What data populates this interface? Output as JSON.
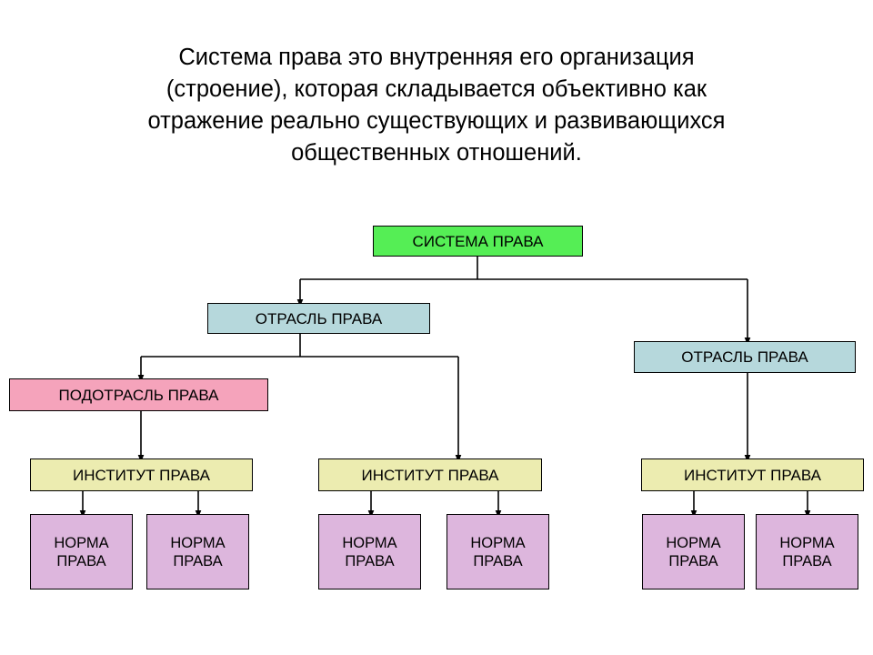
{
  "slide": {
    "background_color": "#ffffff",
    "title": "Система права это внутренняя его организация\n(строение), которая складывается объективно как\nотражение реально существующих и развивающихся\nобщественных отношений."
  },
  "colors": {
    "system": "#55ee55",
    "branch": "#b6d8dc",
    "subbranch": "#f5a3bb",
    "institute": "#ececb0",
    "norm": "#ddb6dd",
    "outline": "#000000",
    "text": "#000000"
  },
  "diagram": {
    "type": "hierarchy-tree",
    "levels": [
      "СИСТЕМА ПРАВА",
      "ОТРАСЛЬ ПРАВА",
      "ПОДОТРАСЛЬ ПРАВА",
      "ИНСТИТУТ ПРАВА",
      "НОРМА ПРАВА"
    ],
    "nodes": {
      "system": {
        "label": "СИСТЕМА  ПРАВА"
      },
      "branch_left": {
        "label": "ОТРАСЛЬ  ПРАВА"
      },
      "branch_right": {
        "label": "ОТРАСЛЬ  ПРАВА"
      },
      "subbranch": {
        "label": "ПОДОТРАСЛЬ ПРАВА"
      },
      "institute_left": {
        "label": "ИНСТИТУТ ПРАВА"
      },
      "institute_mid": {
        "label": "ИНСТИТУТ ПРАВА"
      },
      "institute_right": {
        "label": "ИНСТИТУТ ПРАВА"
      },
      "norm_1": {
        "label": "НОРМА\nПРАВА"
      },
      "norm_2": {
        "label": "НОРМА\nПРАВА"
      },
      "norm_3": {
        "label": "НОРМА\nПРАВА"
      },
      "norm_4": {
        "label": "НОРМА\nПРАВА"
      },
      "norm_5": {
        "label": "НОРМА\nПРАВА"
      },
      "norm_6": {
        "label": "НОРМА\nПРАВА"
      }
    },
    "edges": [
      {
        "from": "system",
        "to": "branch_left"
      },
      {
        "from": "system",
        "to": "branch_right"
      },
      {
        "from": "branch_left",
        "to": "subbranch"
      },
      {
        "from": "branch_left",
        "to": "institute_mid"
      },
      {
        "from": "branch_right",
        "to": "institute_right"
      },
      {
        "from": "subbranch",
        "to": "institute_left"
      },
      {
        "from": "institute_left",
        "to": "norm_1"
      },
      {
        "from": "institute_left",
        "to": "norm_2"
      },
      {
        "from": "institute_mid",
        "to": "norm_3"
      },
      {
        "from": "institute_mid",
        "to": "norm_4"
      },
      {
        "from": "institute_right",
        "to": "norm_5"
      },
      {
        "from": "institute_right",
        "to": "norm_6"
      }
    ]
  }
}
